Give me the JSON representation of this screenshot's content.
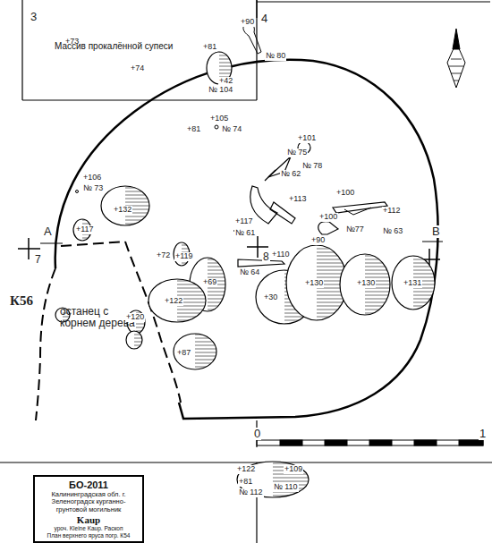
{
  "diagram": {
    "nodes": [
      {
        "text": [
          "Массив прокалённой супеси"
        ]
      },
      {
        "text": [
          "БО-2011",
          "Калининградская обл. г. Зеленоградск курганно-грунтовой могильник",
          "Kaup",
          "уроч. Kleine Kaup. Раскоп",
          "План верхнего яруса погр. К54"
        ]
      }
    ],
    "labels": [
      "3",
      "+73",
      "+74",
      "4",
      "+90",
      "№ 80",
      "+81",
      "+42",
      "№ 104",
      "+105",
      "№ 74",
      "+81",
      "+101",
      "№ 75",
      "№ 78",
      "№ 62",
      "+106",
      "№ 73",
      "+132",
      "+117",
      "+113",
      "+100",
      "+112",
      "+100",
      "№77",
      "№ 63",
      "№ 61",
      "+90",
      "+117",
      "A",
      "B",
      "7",
      "8",
      "+72",
      "+119",
      "+110",
      "№ 64",
      "+69",
      "+122",
      "+30",
      "+130",
      "+130",
      "+131",
      "К56",
      "останец с корнем дерева",
      "+120",
      "+87",
      "0",
      "1",
      "+122",
      "+109",
      "+81",
      "№ 112",
      "№ 110"
    ]
  }
}
